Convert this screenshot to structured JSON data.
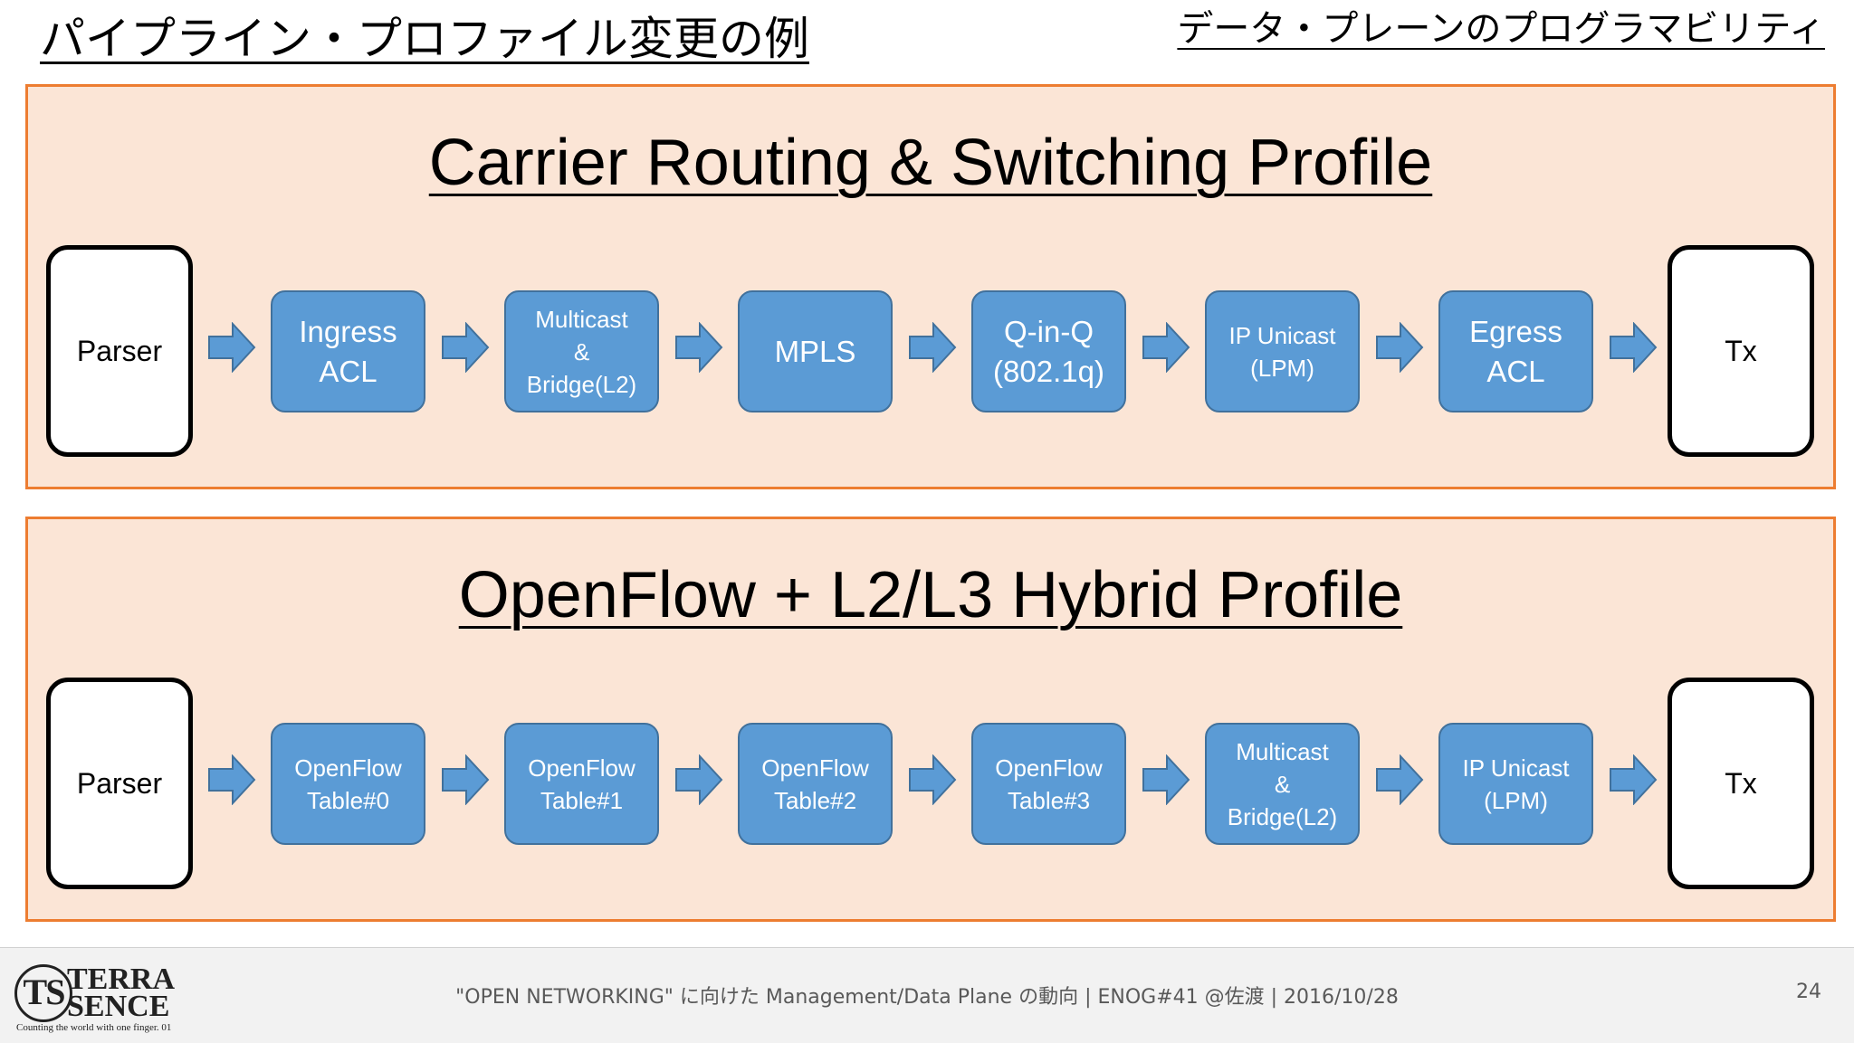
{
  "header": {
    "slide_title": "パイプライン・プロファイル変更の例",
    "section_title": "データ・プレーンのプログラマビリティ"
  },
  "colors": {
    "panel_fill": "#fbe5d6",
    "panel_border": "#ed7d31",
    "stage_fill": "#5b9bd5",
    "stage_border": "#41719c",
    "arrow_fill": "#5b9bd5"
  },
  "profiles": [
    {
      "title": "Carrier Routing & Switching Profile",
      "start": "Parser",
      "end": "Tx",
      "stages": [
        {
          "label": "Ingress\nACL",
          "size": "large"
        },
        {
          "label": "Multicast\n&\nBridge(L2)",
          "size": "small"
        },
        {
          "label": "MPLS",
          "size": "large"
        },
        {
          "label": "Q-in-Q\n(802.1q)",
          "size": "medium"
        },
        {
          "label": "IP Unicast\n(LPM)",
          "size": "small"
        },
        {
          "label": "Egress\nACL",
          "size": "large"
        }
      ]
    },
    {
      "title": "OpenFlow + L2/L3 Hybrid Profile",
      "start": "Parser",
      "end": "Tx",
      "stages": [
        {
          "label": "OpenFlow\nTable#0",
          "size": "small"
        },
        {
          "label": "OpenFlow\nTable#1",
          "size": "small"
        },
        {
          "label": "OpenFlow\nTable#2",
          "size": "small"
        },
        {
          "label": "OpenFlow\nTable#3",
          "size": "small"
        },
        {
          "label": "Multicast\n&\nBridge(L2)",
          "size": "small"
        },
        {
          "label": "IP Unicast\n(LPM)",
          "size": "small"
        }
      ]
    }
  ],
  "footer": {
    "logo_ts": "TS",
    "logo_top": "TERRA",
    "logo_bottom": "SENCE",
    "logo_tagline": "Counting the world with one finger. 01",
    "text": "\"OPEN NETWORKING\" に向けた Management/Data Plane の動向 | ENOG#41 @佐渡 | 2016/10/28",
    "page_number": "24"
  }
}
